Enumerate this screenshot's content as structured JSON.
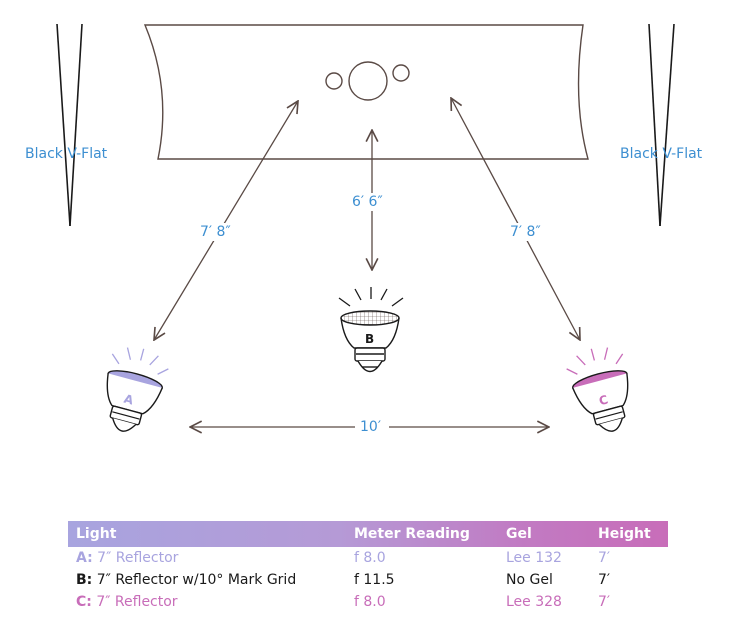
{
  "labels": {
    "vflat_left": "Black V-Flat",
    "vflat_right": "Black V-Flat",
    "dist_a": "7′ 8″",
    "dist_b": "6′ 6″",
    "dist_c": "7′ 8″",
    "dist_ac": "10′"
  },
  "lights": {
    "a": "A",
    "b": "B",
    "c": "C"
  },
  "colors": {
    "line": "#5a4a45",
    "label_blue": "#3d8fd1",
    "light_a": "#a8a4df",
    "light_b": "#1a1a1a",
    "light_c": "#c86db9"
  },
  "table": {
    "headers": [
      "Light",
      "Meter Reading",
      "Gel",
      "Height"
    ],
    "rows": [
      {
        "id": "A:",
        "desc": "7″ Reflector",
        "meter": "f 8.0",
        "gel": "Lee 132",
        "height": "7′",
        "color": "#a8a4df"
      },
      {
        "id": "B:",
        "desc": "7″ Reflector w/10° Mark Grid",
        "meter": "f 11.5",
        "gel": "No Gel",
        "height": "7′",
        "color": "#1a1a1a"
      },
      {
        "id": "C:",
        "desc": "7″ Reflector",
        "meter": "f 8.0",
        "gel": "Lee 328",
        "height": "7′",
        "color": "#c86db9"
      }
    ]
  }
}
